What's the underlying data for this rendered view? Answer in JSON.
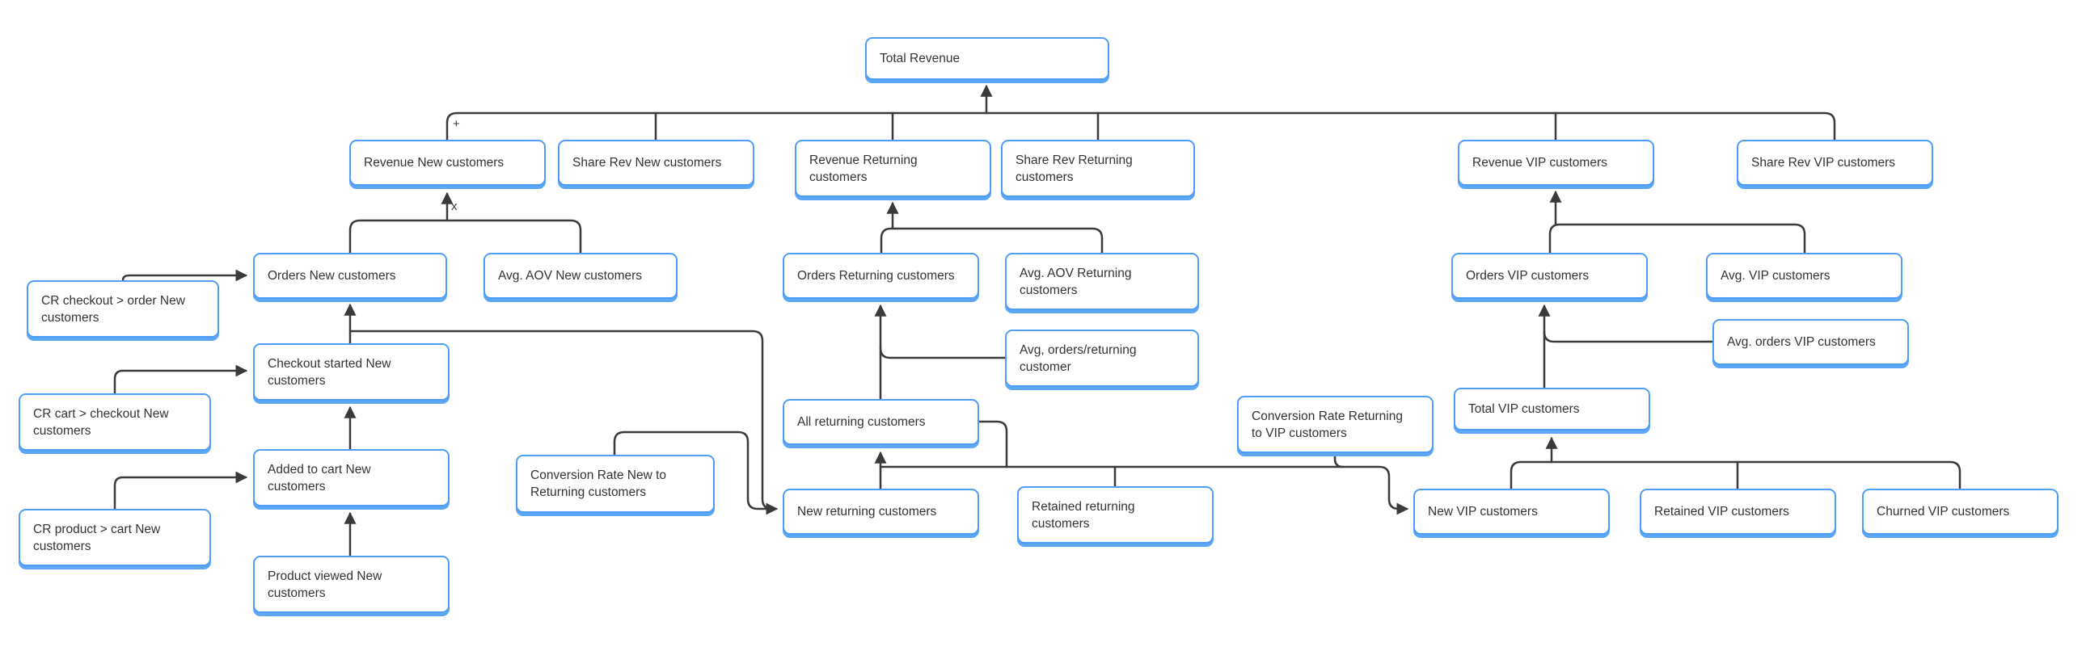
{
  "diagram": {
    "operators": {
      "plus": "+",
      "multiply": "x"
    },
    "colors": {
      "node_border": "#4F9DF4",
      "node_shadow": "#5CA7F3",
      "node_background": "#FFFFFF",
      "edge": "#3A3A3A",
      "text": "#333333"
    },
    "nodes": [
      {
        "id": "total-revenue",
        "label": "Total Revenue"
      },
      {
        "id": "revenue-new",
        "label": "Revenue New customers"
      },
      {
        "id": "share-rev-new",
        "label": "Share Rev New customers"
      },
      {
        "id": "revenue-returning",
        "label": "Revenue Returning\ncustomers"
      },
      {
        "id": "share-rev-returning",
        "label": "Share Rev Returning\ncustomers"
      },
      {
        "id": "revenue-vip",
        "label": "Revenue VIP customers"
      },
      {
        "id": "share-rev-vip",
        "label": "Share Rev VIP customers"
      },
      {
        "id": "orders-new",
        "label": "Orders New customers"
      },
      {
        "id": "avg-aov-new",
        "label": "Avg. AOV New customers"
      },
      {
        "id": "orders-returning",
        "label": "Orders Returning customers"
      },
      {
        "id": "avg-aov-returning",
        "label": "Avg. AOV Returning\ncustomers"
      },
      {
        "id": "avg-orders-returning",
        "label": "Avg, orders/returning\ncustomer"
      },
      {
        "id": "orders-vip",
        "label": "Orders VIP customers"
      },
      {
        "id": "avg-vip",
        "label": "Avg. VIP customers"
      },
      {
        "id": "avg-orders-vip",
        "label": "Avg. orders VIP customers"
      },
      {
        "id": "cr-checkout-order",
        "label": "CR checkout > order New\ncustomers"
      },
      {
        "id": "checkout-started",
        "label": "Checkout started New\ncustomers"
      },
      {
        "id": "cr-cart-checkout",
        "label": "CR cart > checkout New\ncustomers"
      },
      {
        "id": "added-to-cart",
        "label": "Added to cart New\ncustomers"
      },
      {
        "id": "cr-product-cart",
        "label": "CR product > cart New\ncustomers"
      },
      {
        "id": "product-viewed",
        "label": "Product viewed New\ncustomers"
      },
      {
        "id": "cr-new-returning",
        "label": "Conversion Rate New to\nReturning customers"
      },
      {
        "id": "all-returning",
        "label": "All returning customers"
      },
      {
        "id": "new-returning",
        "label": "New returning customers"
      },
      {
        "id": "retained-returning",
        "label": "Retained returning\ncustomers"
      },
      {
        "id": "cr-returning-vip",
        "label": "Conversion Rate Returning\nto VIP customers"
      },
      {
        "id": "total-vip",
        "label": "Total VIP customers"
      },
      {
        "id": "new-vip",
        "label": "New VIP customers"
      },
      {
        "id": "retained-vip",
        "label": "Retained VIP customers"
      },
      {
        "id": "churned-vip",
        "label": "Churned VIP customers"
      }
    ]
  }
}
